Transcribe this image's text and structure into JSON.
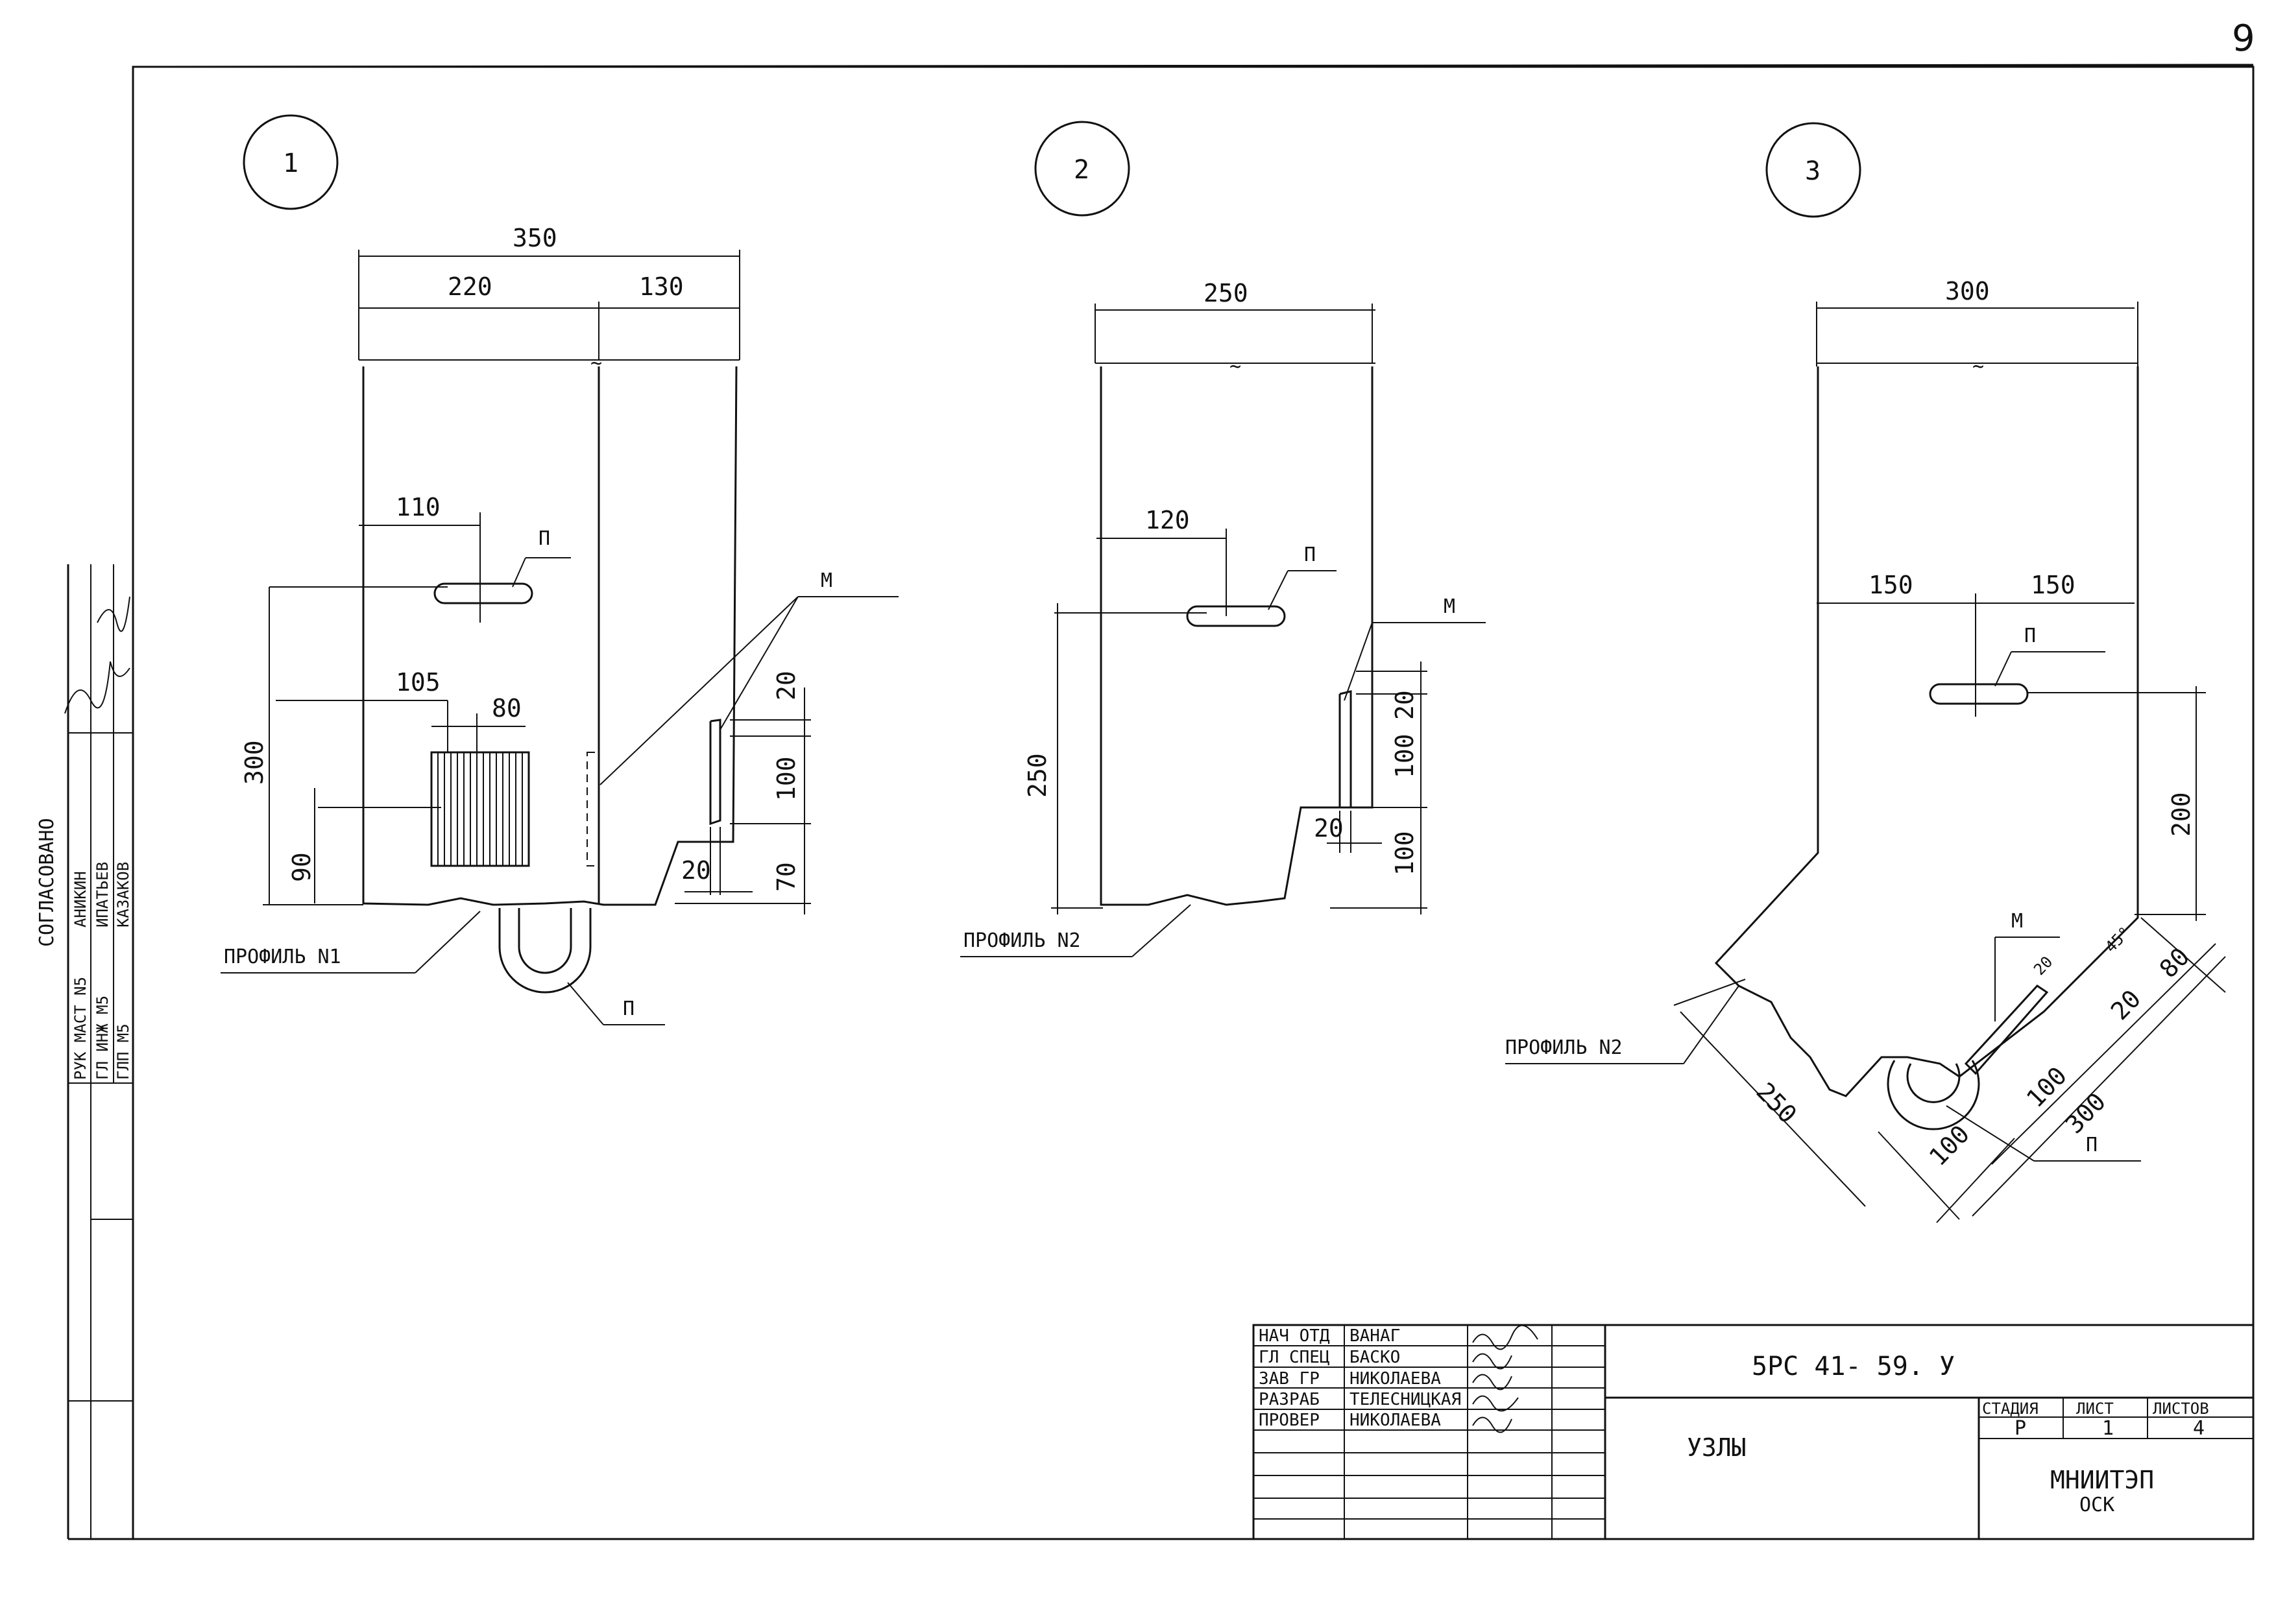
{
  "page_number": "9",
  "node1": {
    "number": "1",
    "dim_total": "350",
    "dim_left": "220",
    "dim_right": "130",
    "dim_110": "110",
    "dim_105": "105",
    "dim_80": "80",
    "dim_300": "300",
    "dim_90": "90",
    "dim_20a": "20",
    "dim_100": "100",
    "dim_70": "70",
    "dim_20b": "20",
    "label_p_top": "П",
    "label_m": "М",
    "label_p_bottom": "П",
    "profile_label": "ПРОФИЛЬ N1"
  },
  "node2": {
    "number": "2",
    "dim_total": "250",
    "dim_120": "120",
    "dim_250": "250",
    "dim_20a": "20",
    "dim_100a": "100",
    "dim_20b": "20",
    "dim_100b": "100",
    "label_p": "П",
    "label_m": "М",
    "profile_label": "ПРОФИЛЬ N2"
  },
  "node3": {
    "number": "3",
    "dim_total": "300",
    "dim_150a": "150",
    "dim_150b": "150",
    "dim_200": "200",
    "dim_250": "250",
    "dim_100a": "100",
    "dim_100b": "100",
    "dim_300": "300",
    "dim_20": "20",
    "dim_80": "80",
    "dim_45": "45°",
    "dim_20c": "20",
    "label_p_top": "П",
    "label_m": "М",
    "label_p_bottom": "П",
    "profile_label": "ПРОФИЛЬ N2"
  },
  "side_stamp": {
    "title": "СОГЛАСОВАНО",
    "rows": [
      {
        "role": "РУК МАСТ N5",
        "name": "АНИКИН"
      },
      {
        "role": "ГЛ ИНЖ М5",
        "name": "ИПАТЬЕВ"
      },
      {
        "role": "ГЛП М5",
        "name": "КАЗАКОВ"
      }
    ]
  },
  "title_block": {
    "people": [
      {
        "role": "НАЧ ОТД",
        "name": "ВАНАГ"
      },
      {
        "role": "ГЛ СПЕЦ",
        "name": "БАСКО"
      },
      {
        "role": "ЗАВ ГР",
        "name": "НИКОЛАЕВА"
      },
      {
        "role": "РАЗРАБ",
        "name": "ТЕЛЕСНИЦКАЯ"
      },
      {
        "role": "ПРОВЕР",
        "name": "НИКОЛАЕВА"
      }
    ],
    "code": "5РС 41- 59. У",
    "drawing_title": "УЗЛЫ",
    "stage_header": "СТАДИЯ",
    "sheet_header": "ЛИСТ",
    "sheets_header": "ЛИСТОВ",
    "stage_value": "Р",
    "sheet_value": "1",
    "sheets_value": "4",
    "org_line1": "МНИИТЭП",
    "org_line2": "ОСК"
  }
}
